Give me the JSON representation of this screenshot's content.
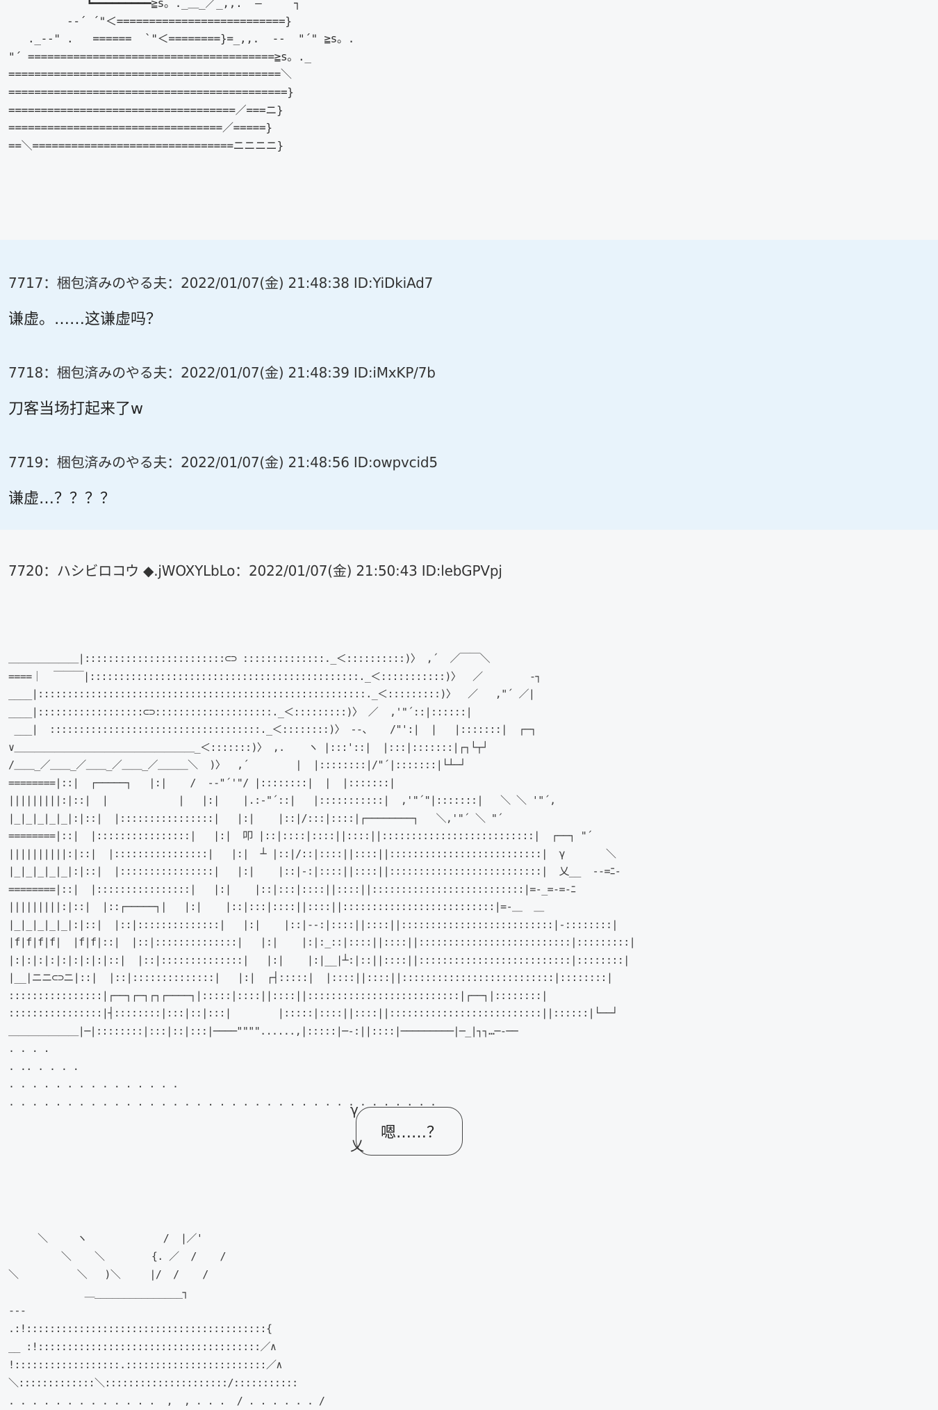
{
  "aa_top": "            ┗━━━━━━━━━≧s。._＿_／_,,.  ―     ┐\n         -‐´ ´\"＜==========================}\n   ._-‐\" .   ======  `\"＜========}=_,,.  -‐  \"´\" ≧s。.\n\"´ ======================================≧s。._\n==========================================＼\n===========================================}\n===================================／===ニ}\n=================================／=====}\n==＼===============================ニニニニ}",
  "posts": [
    {
      "header": "7717：梱包済みのやる夫：2022/01/07(金) 21:48:38 ID:YiDkiAd7",
      "body": "谦虚。……这谦虚吗？"
    },
    {
      "header": "7718：梱包済みのやる夫：2022/01/07(金) 21:48:39 ID:iMxKP/7b",
      "body": "刀客当场打起来了w"
    },
    {
      "header": "7719：梱包済みのやる夫：2022/01/07(金) 21:48:56 ID:owpvcid5",
      "body": "谦虚…？？？？"
    },
    {
      "header": "7720：ハシビロコウ ◆.jWOXYLbLo：2022/01/07(金) 21:50:43 ID:lebGPVpj"
    }
  ],
  "aa_scene": "＿＿＿＿＿＿＿|::::::::::::::::::::::::⊂⊃ ::::::::::::::._＜::::::::::)〉 ,´  ／￣￣＼\n====｜  ￣￣￣|::::::::::::::::::::::::::::::::::::::::::::::._＜:::::::::::)〉  ／        ‐┐\n____|::::::::::::::::::::::::::::::::::::::::::::::::::::::::._＜:::::::::)〉  ／   ,\"´ ／|\n____|::::::::::::::::::⊂⊃::::::::::::::::::::._＜:::::::::)〉 ／  ,'\"´::|::::::|\n ___|  ::::::::::::::::::::::::::::::::::::._＜::::::::)〉 ‐-、   /\"':|  |   |:::::::|  ┌─┐\n∨＿＿＿＿＿＿＿＿＿＿＿＿＿＿＿＿＿＿_＜:::::::)〉 ,.    ヽ |:::'::|  |:::|:::::::|┌┐└┬┘\n/＿＿_／＿＿_／＿＿_／＿＿_／＿＿＿＼  )〉  ,´        |  |::::::::|/\"´|:::::::|└┴─┘\n========|::|  ┌─────┐   |:|    /  -‐\"´'\"/ |::::::::|  |  |:::::::|\n|||||||||:|::|  |            |   |:|    |.:‐\"´::|   |:::::::::::|  ,'\"´\"|:::::::|   ＼ ＼ '\"´,\n|_|_|_|_|_|:|::|  |::::::::::::::::|   |:|    |::|/:::|::::|┌────────┐   ＼,'\"´ ＼ \"´\n========|::|  |::::::::::::::::|   |:|  叩 |::|::::|::::||::::||::::::::::::::::::::::::::|  ┌──┐ \"´\n||||||||||:|::|  |::::::::::::::::|   |:|  ┴ |::|/::|::::||::::||::::::::::::::::::::::::::|  γ       ＼\n|_|_|_|_|_|:|::|  |::::::::::::::::|   |:|    |::|-:|::::||::::||::::::::::::::::::::::::::|  乂__  -‐=ﾆ-\n========|::|  |::::::::::::::::|   |:|    |::|:::|::::||::::||::::::::::::::::::::::::::|=-_=-=-ﾆ\n|||||||||:|::|  |::┌─────┐|   |:|    |::|:::|::::||::::||::::::::::::::::::::::::::|=-＿  ＿\n|_|_|_|_|_|:|::|  |::|::::::::::::::|   |:|    |::|--:|::::||::::||::::::::::::::::::::::::::|-::::::::|\n|f|f|f|f|  |f|f|::|  |::|::::::::::::::|   |:|    |:|:_::|::::||::::||::::::::::::::::::::::::::|:::::::::|\n|:|:|:|:|:|:|:|:|::|  |::|::::::::::::::|   |:|    |:|__|┴:|::||::::||::::::::::::::::::::::::::|::::::::|\n|__|ニニ⊂⊃ニ|::|  |::|::::::::::::::|   |:|  ┌┤:::::|  |::::||::::||::::::::::::::::::::::::::|::::::::|\n::::::::::::::::|┌──┐┌─┐┌┐┌────┐|:::::|::::||::::||::::::::::::::::::::::::::|┌──┐|::::::::|\n::::::::::::::::|┤::::::::|:::|::|:::|        |:::::|::::||::::||::::::::::::::::::::::::::||::::::|└──┘\n＿＿＿＿＿＿＿|─|::::::::|:::|::|:::|────\"\"\"\"......,|:::::|─-:||::::|─────────|─_|┐┐…─-──\n. . . .\n. .. . . . .\n. . . . . . . . . . . . . . .\n. . . . . . . . . . . . . . . . . . . . . . . . . . . . . . . . . . . . .",
  "bubble": {
    "text": "嗯……？"
  },
  "aa_bottom": "     ＼     ヽ             /  |／'\n         ＼    ＼        {. ／  /    /\n＼          ＼   )＼     |/  /    /\n             ＿_______________┐\n---\n.:!:::::::::::::::::::::::::::::::::::::::::{\n__ :!::::::::::::::::::::::::::::::::::::::／∧\n!::::::::::::::::::.::::::::::::::::::::::::／∧\n＼:::::::::::::＼:::::::::::::::::::::/:::::::::::\n. . . . . . . . . . . . .  ,  , . . .  / . . . . . . /"
}
